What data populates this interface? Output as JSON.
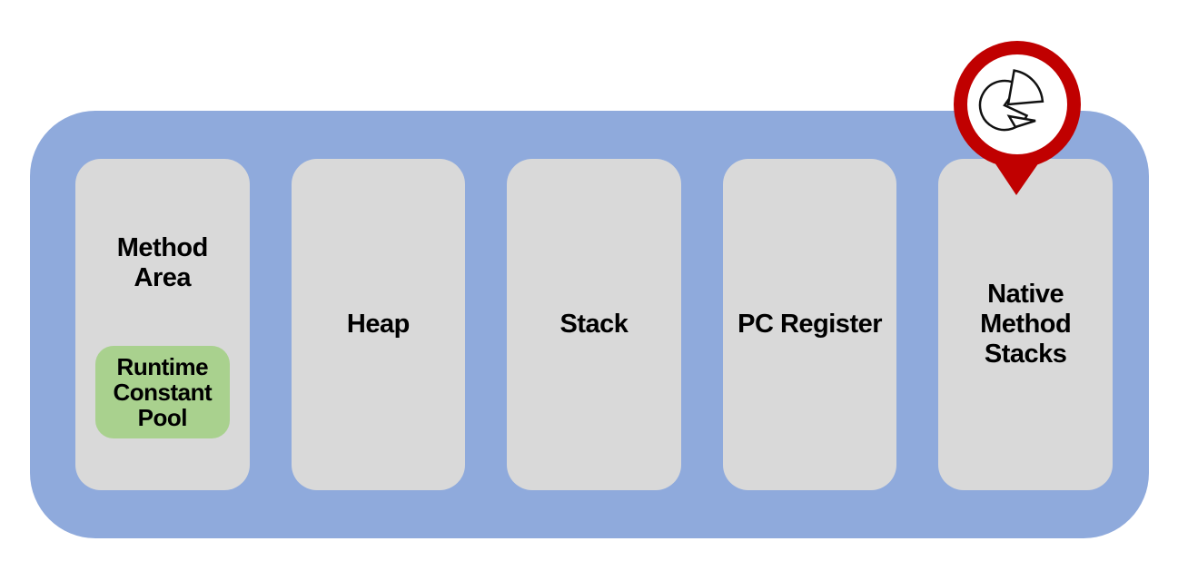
{
  "diagram": {
    "areas": [
      {
        "id": "method-area",
        "label": "Method Area",
        "children": [
          {
            "id": "runtime-constant-pool",
            "label": "Runtime Constant Pool"
          }
        ]
      },
      {
        "id": "heap",
        "label": "Heap"
      },
      {
        "id": "stack",
        "label": "Stack"
      },
      {
        "id": "pc-register",
        "label": "PC Register"
      },
      {
        "id": "native-method-stacks",
        "label": "Native Method Stacks"
      }
    ],
    "marker": {
      "icon": "pie-chart-icon"
    }
  },
  "colors": {
    "container": "#8FAADC",
    "box": "#D9D9D9",
    "highlight": "#A9D18E",
    "pin": "#C00000",
    "pin_inner": "#FFFFFF",
    "icon_stroke": "#111111",
    "text": "#000000"
  }
}
